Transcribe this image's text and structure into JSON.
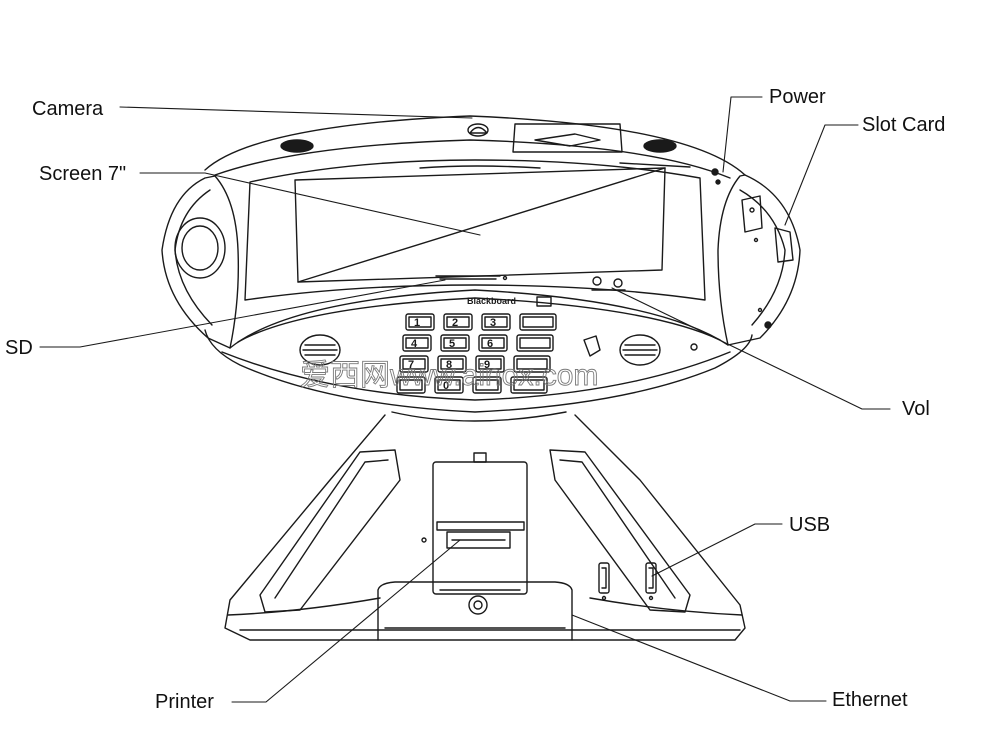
{
  "diagram": {
    "labels": {
      "camera": "Camera",
      "screen": "Screen 7\"",
      "sd": "SD",
      "power": "Power",
      "slot_card": "Slot Card",
      "vol": "Vol",
      "usb": "USB",
      "printer": "Printer",
      "ethernet": "Ethernet"
    },
    "device": {
      "brand": "Blackboard",
      "keypad_keys": [
        "1",
        "2",
        "3",
        "",
        "4",
        "5",
        "6",
        "",
        "7",
        "8",
        "9",
        "",
        "",
        "0",
        "",
        ""
      ]
    },
    "watermark": "爱西网www.ainox.com",
    "colors": {
      "line": "#1a1a1a",
      "background": "#ffffff",
      "watermark": "#7a7a7a"
    }
  }
}
